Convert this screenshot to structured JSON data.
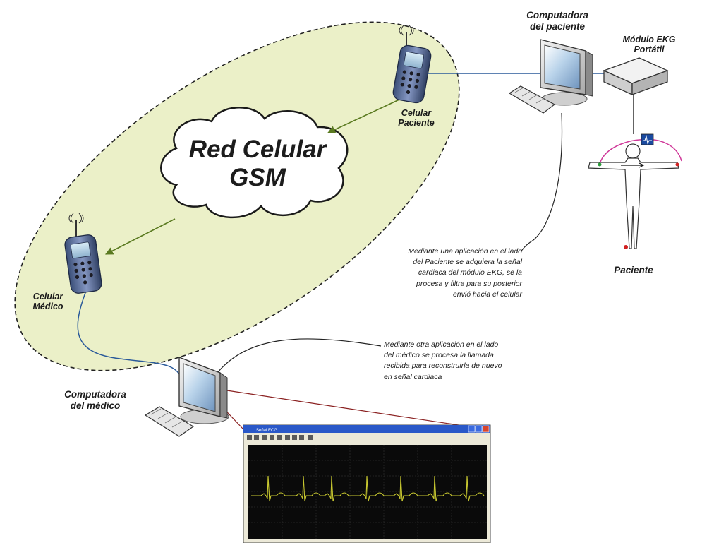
{
  "labels": {
    "computadora_paciente": "Computadora\ndel paciente",
    "modulo_ekg": "Módulo EKG\nPortátil",
    "celular_paciente": "Celular\nPaciente",
    "red_celular": "Red Celular\nGSM",
    "celular_medico": "Celular\nMédico",
    "paciente": "Paciente",
    "computadora_medico": "Computadora\ndel médico"
  },
  "notes": {
    "paciente_app": "Mediante una aplicación en el lado\ndel Paciente se adquiera la señal\ncardiaca del módulo EKG, se la\nprocesa y filtra para su posterior\nenvió hacia el celular",
    "medico_app": "Mediante otra aplicación en el lado\ndel médico se procesa la llamada\nrecibida para reconstruirla de nuevo\nen señal cardiaca"
  },
  "ecg_window": {
    "title": "Señal ECG"
  },
  "colors": {
    "network_fill": "#ebf0c8",
    "link_line": "#2a5a9a",
    "arrow": "#5a7a20",
    "ecg_trace": "#c8c830",
    "ecg_background": "#0a0a0a",
    "titlebar": "#2a58c8"
  },
  "icons": {
    "phone": "mobile-phone-icon",
    "computer": "desktop-computer-icon",
    "ekg_module": "ekg-module-icon",
    "patient": "patient-body-icon",
    "cloud": "cloud-icon"
  }
}
